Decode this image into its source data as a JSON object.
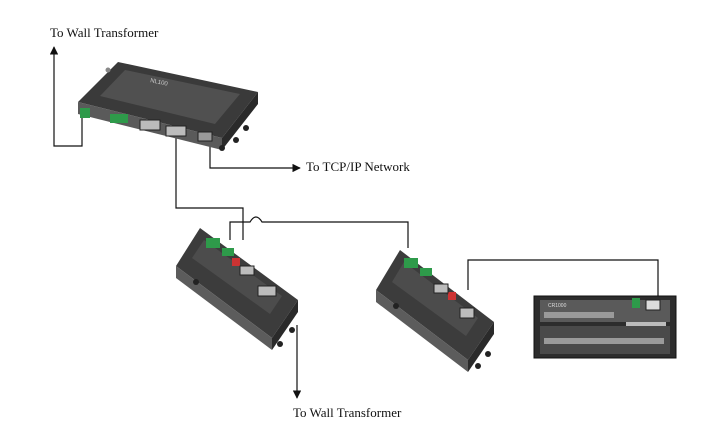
{
  "labels": {
    "top_wall": "To Wall Transformer",
    "network": "To TCP/IP Network",
    "bottom_wall": "To Wall Transformer"
  },
  "devices": {
    "main_unit_model": "NL100",
    "logger_name": "CR1000"
  },
  "colors": {
    "line": "#111111",
    "device_dark": "#3d3d3d",
    "device_mid": "#6b6b6b",
    "device_light": "#b8b8b8",
    "terminal_green": "#2e9a4a"
  }
}
